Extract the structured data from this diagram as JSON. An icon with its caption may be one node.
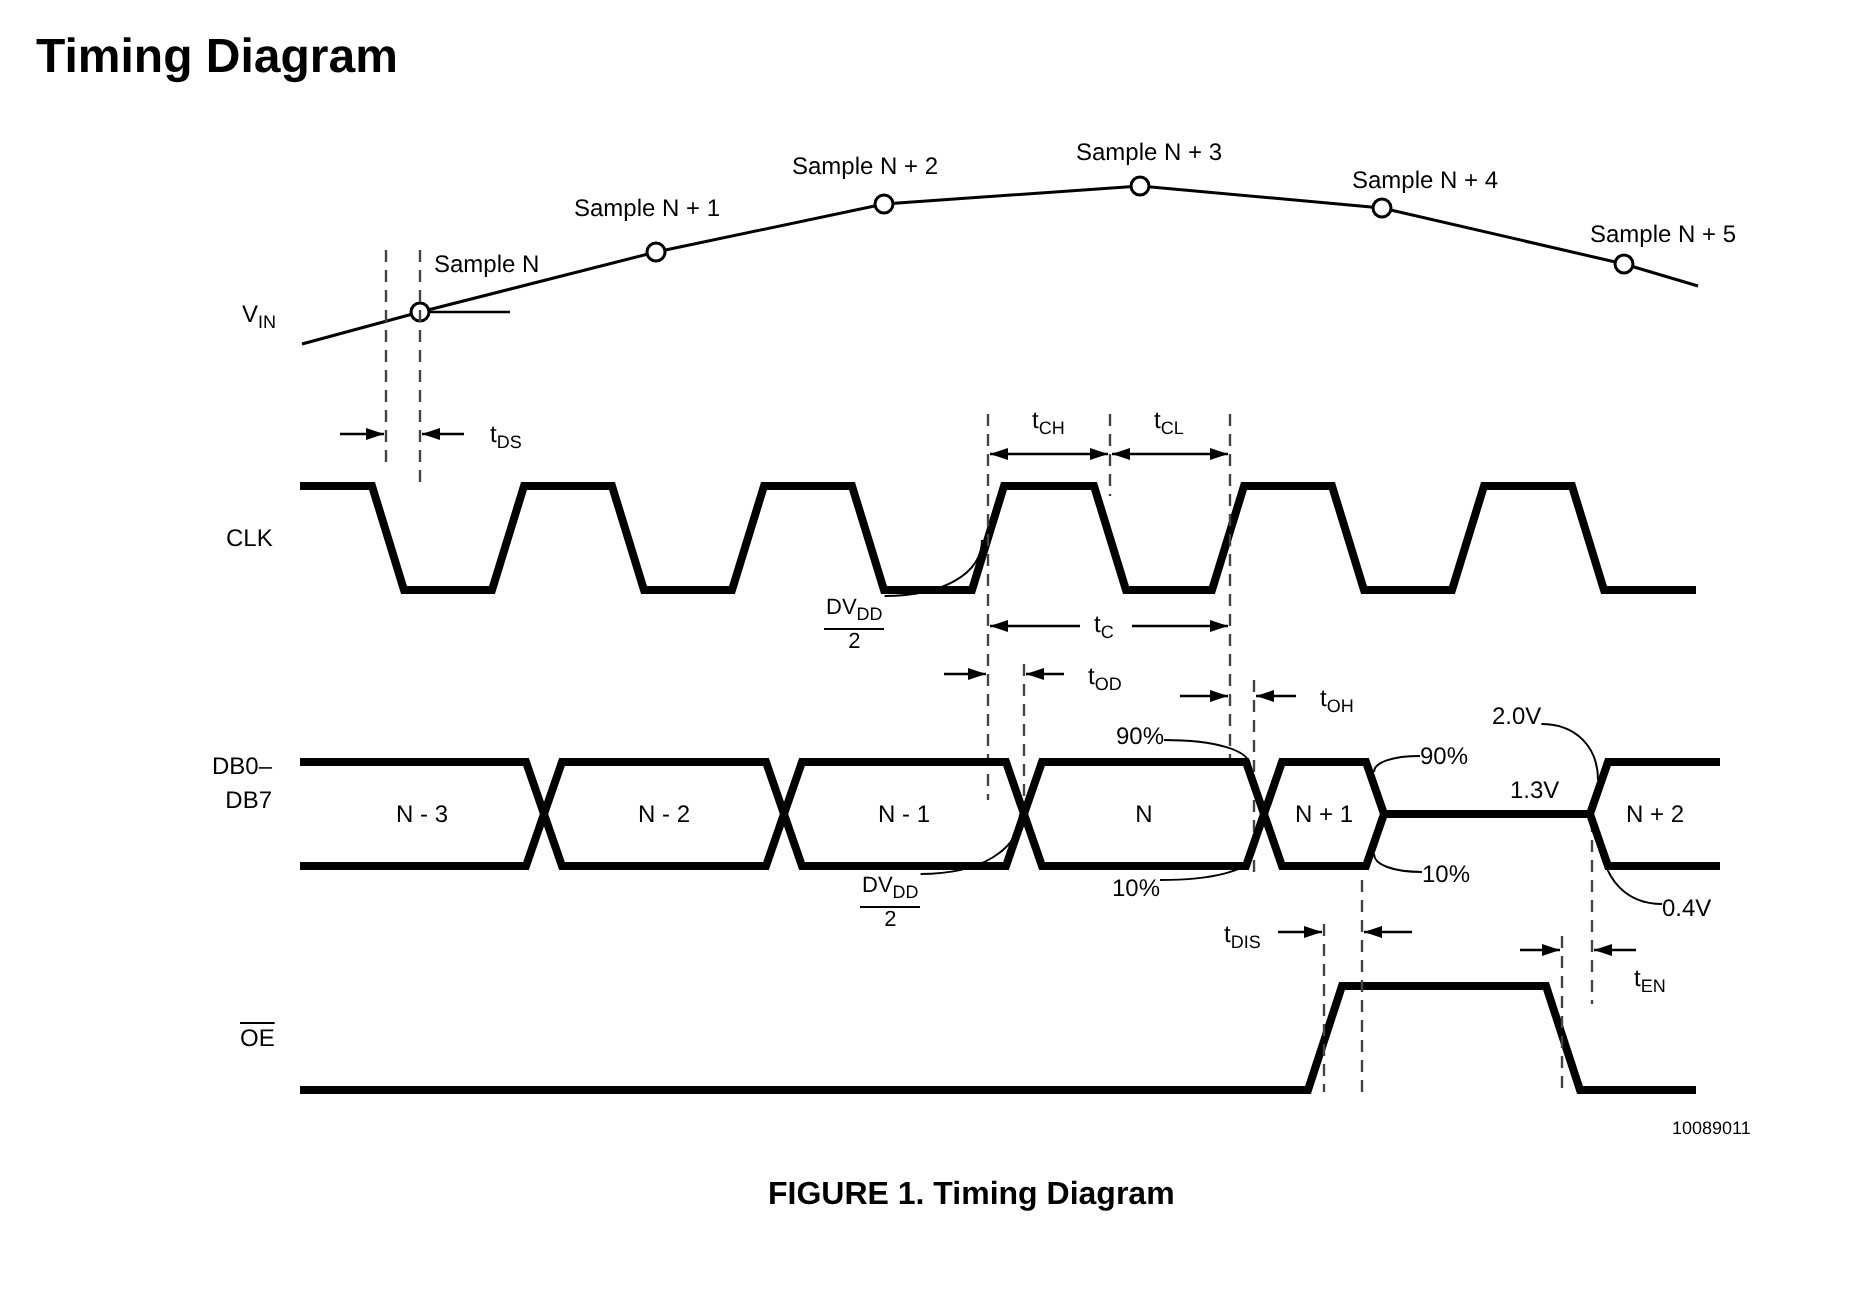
{
  "diagram": {
    "title": "Timing Diagram",
    "caption": "FIGURE 1. Timing Diagram",
    "nodes": [
      {
        "text": [
          "N - 3"
        ]
      },
      {
        "text": [
          "N - 2"
        ]
      },
      {
        "text": [
          "N - 1"
        ]
      },
      {
        "text": [
          "N"
        ]
      },
      {
        "text": [
          "N + 1"
        ]
      },
      {
        "text": [
          "N + 2"
        ]
      },
      {
        "text": [
          "DV$_{DD}$",
          "2"
        ]
      },
      {
        "text": [
          "DV$_{DD}$",
          "2"
        ]
      },
      {
        "text": [
          "90%"
        ]
      },
      {
        "text": [
          "10%"
        ]
      },
      {
        "text": [
          "90%"
        ]
      },
      {
        "text": [
          "10%"
        ]
      },
      {
        "text": [
          "2.0V"
        ]
      },
      {
        "text": [
          "0.4V"
        ]
      }
    ],
    "edges": [
      {
        "from": 6,
        "to": null,
        "arrow": "none"
      },
      {
        "from": 7,
        "to": 2,
        "arrow": "none"
      },
      {
        "from": 8,
        "to": 3,
        "arrow": "none"
      },
      {
        "from": 9,
        "to": 3,
        "arrow": "none"
      },
      {
        "from": 10,
        "to": 4,
        "arrow": "none"
      },
      {
        "from": 11,
        "to": 4,
        "arrow": "none"
      },
      {
        "from": 12,
        "to": 5,
        "arrow": "none"
      },
      {
        "from": 13,
        "to": 5,
        "arrow": "none"
      },
      {
        "from": 4,
        "to": 5,
        "arrow": "none",
        "style": "thick"
      }
    ],
    "labels": [
      "Sample N + 3",
      "Sample N + 2",
      "Sample N + 4",
      "Sample N + 1",
      "Sample N + 5",
      "Sample N",
      "V$_{IN}$",
      "t$_{DS}$",
      "t$_{CH}$",
      "t$_{CL}$",
      "CLK",
      "t$_{C}$",
      "t$_{OD}$",
      "t$_{OH}$",
      "1.3V",
      "DB0– DB7",
      "t$_{DIS}$",
      "t$_{EN}$",
      "OE",
      "10089011"
    ]
  }
}
